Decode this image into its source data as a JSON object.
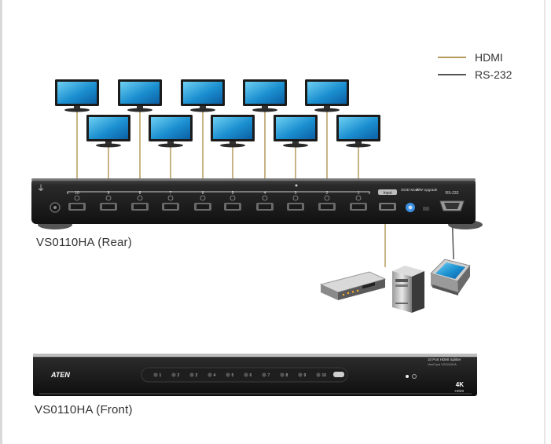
{
  "legend": [
    {
      "label": "HDMI",
      "color": "#b59a5e"
    },
    {
      "label": "RS-232",
      "color": "#555555"
    }
  ],
  "rear": {
    "caption": "VS0110HA (Rear)",
    "port_numbers": [
      "10",
      "9",
      "8",
      "7",
      "6",
      "5",
      "4",
      "3",
      "2",
      "1"
    ],
    "input_label": "Input",
    "edid_label": "EDID Mode",
    "fw_label": "F/W Upgrade",
    "rs232_label": "RS-232"
  },
  "front": {
    "caption": "VS0110HA (Front)",
    "brand": "ATEN",
    "model_line1": "10 Port HDMI Splitter",
    "model_line2": "VanCryst VS0110HA",
    "port_numbers": [
      "1",
      "2",
      "3",
      "4",
      "5",
      "6",
      "7",
      "8",
      "9",
      "10"
    ],
    "badge_4k": "4K",
    "badge_hdmi": "HDMI"
  },
  "icons": {
    "display": "monitor-icon",
    "source": "media-player-icon",
    "computer": "desktop-computer-icon",
    "terminal": "terminal-icon"
  }
}
